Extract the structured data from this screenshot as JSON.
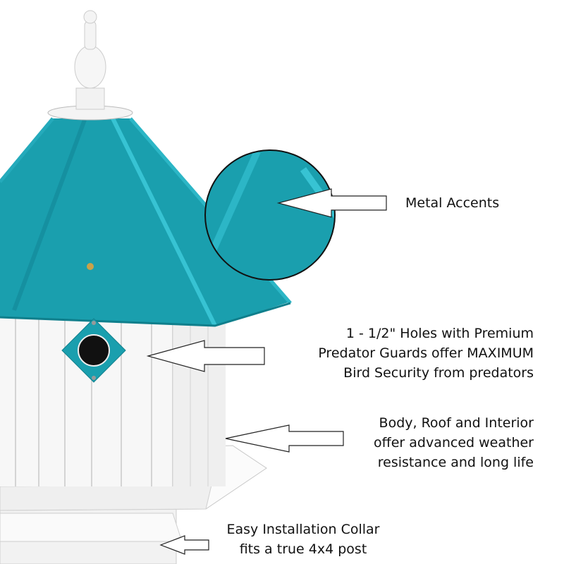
{
  "callouts": {
    "metal_accents": "Metal Accents",
    "holes": [
      "1 - 1/2\" Holes with Premium",
      "Predator Guards offer MAXIMUM",
      "Bird Security from predators"
    ],
    "body": [
      "Body, Roof and Interior",
      "offer advanced weather",
      "resistance and long life"
    ],
    "collar": [
      "Easy Installation Collar",
      "fits a true 4x4 post"
    ]
  },
  "colors": {
    "roof": "#1a9fae",
    "roof_dark": "#13808d",
    "body": "#f7f7f7",
    "outline": "#222222"
  }
}
